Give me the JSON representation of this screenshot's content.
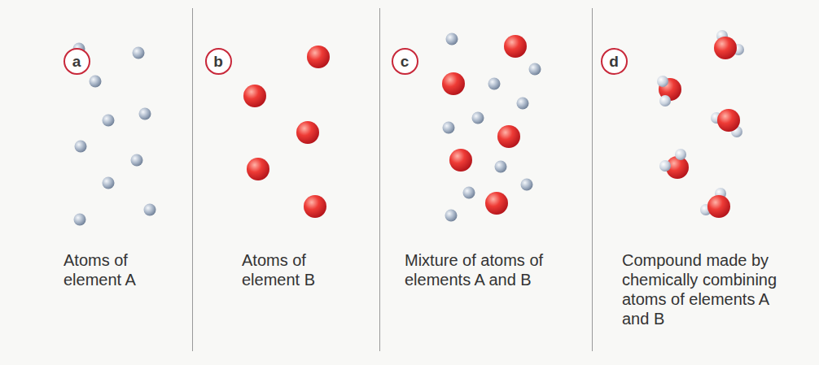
{
  "diagram": {
    "nodes": [
      {
        "text": [
          "a"
        ]
      },
      {
        "text": [
          "b"
        ]
      },
      {
        "text": [
          "c"
        ]
      },
      {
        "text": [
          "d"
        ]
      }
    ],
    "labels": [
      "Atoms of element A",
      "Atoms of element B",
      "Mixture of atoms of elements A and B",
      "Compound made by chemically combining atoms of elements A and B"
    ]
  }
}
